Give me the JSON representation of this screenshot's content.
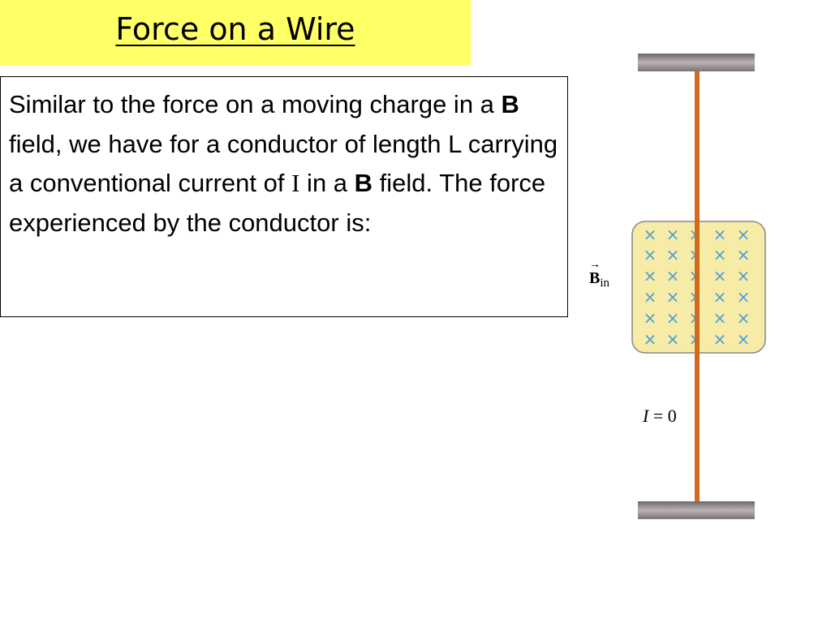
{
  "slide": {
    "title": "Force on a Wire",
    "body": {
      "part1": "Similar to the force on a moving charge in a ",
      "bold1": "B",
      "part2": " field, we have for a conductor of length L carrying a conventional current of ",
      "current_symbol": "I",
      "part3": " in a ",
      "bold2": "B",
      "part4": " field. The force experienced by the conductor is:"
    }
  },
  "figure": {
    "field_label": "B",
    "field_subscript": "in",
    "field_arrow": "→",
    "current_label_var": "I",
    "current_label_rest": " = 0",
    "field_marker": "×",
    "colors": {
      "wire": "#d2691e",
      "field_region": "#f7eba8",
      "field_marker": "#4a9fd5",
      "support": "#8a8585"
    }
  }
}
